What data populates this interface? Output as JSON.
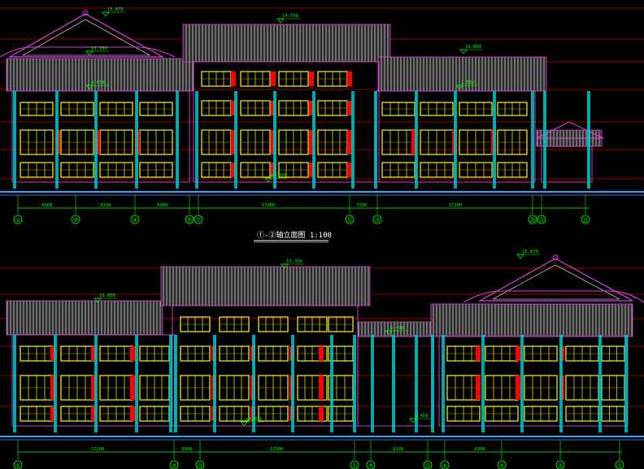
{
  "drawing": {
    "title": "①-②轴立面图 1:100",
    "colors": {
      "background": "#000000",
      "guide_red": "#cc0000",
      "wall_magenta": "#e040e0",
      "window_yellow": "#ffff00",
      "column_red": "#ff0000",
      "grid_cyan": "#00c8c8",
      "roof_gray": "#bdbdbd",
      "annotation_green": "#00ff00",
      "ground_blue": "#3aa0ff",
      "white": "#ffffff"
    },
    "top_elevation": {
      "grid_axes": [
        "①",
        "⑩",
        "④",
        "⑮",
        "⑦",
        "⑫",
        "⑭",
        "⑳",
        "㉑",
        "㉒"
      ],
      "dimensions": [
        "6900",
        "6330",
        "6900",
        "17900",
        "7200",
        "17200"
      ],
      "levels": [
        "15.870",
        "14.700",
        "13.350",
        "10.800",
        "9.600",
        "7.500",
        "±0.000"
      ]
    },
    "bottom_elevation": {
      "grid_axes": [
        "⑤",
        "⑩",
        "⑭",
        "⑪",
        "⑨",
        "⑬",
        "⑥",
        "④",
        "③",
        "①"
      ],
      "dimensions": [
        "17200",
        "6900",
        "17900",
        "6330",
        "6900"
      ],
      "levels": [
        "15.870",
        "13.350",
        "10.800",
        "1.450",
        "1.450",
        "±0.000"
      ]
    }
  }
}
